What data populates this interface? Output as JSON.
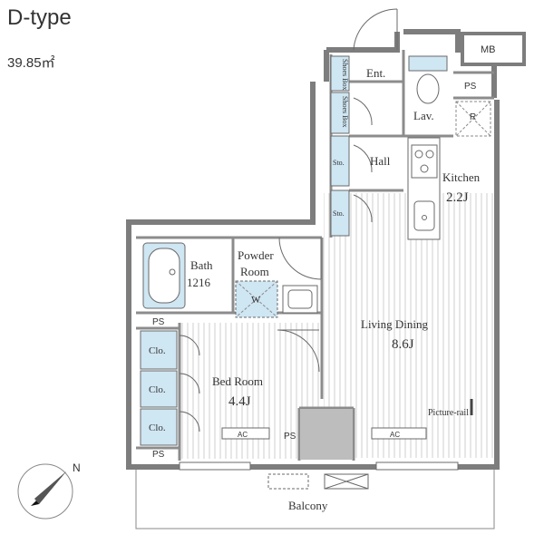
{
  "plan": {
    "type_title": "D-type",
    "area": "39.85㎡"
  },
  "labels": {
    "mb": "MB",
    "ps_top": "PS",
    "shoes_box_1": "Shoes Box",
    "shoes_box_2": "Shoes Box",
    "ent": "Ent.",
    "lav": "Lav.",
    "r": "R",
    "hall": "Hall",
    "sto_1": "Sto.",
    "sto_2": "Sto.",
    "kitchen": "Kitchen",
    "kitchen_size": "2.2J",
    "bath": "Bath",
    "bath_size": "1216",
    "powder": "Powder",
    "room": "Room",
    "w": "W",
    "ps_mid": "PS",
    "living_dining": "Living Dining",
    "living_size": "8.6J",
    "clo_1": "Clo.",
    "clo_2": "Clo.",
    "clo_3": "Clo.",
    "bed_room": "Bed Room",
    "bed_size": "4.4J",
    "ac_1": "AC",
    "ps_low": "PS",
    "ac_2": "AC",
    "picture_rail": "Picture-rail",
    "ps_bottom": "PS",
    "balcony": "Balcony",
    "north": "N"
  },
  "colors": {
    "wall": "#7a7a7a",
    "line": "#6a6a6a",
    "floor_line": "#c9c9c9",
    "fixture_blue": "#cfe6f3"
  }
}
